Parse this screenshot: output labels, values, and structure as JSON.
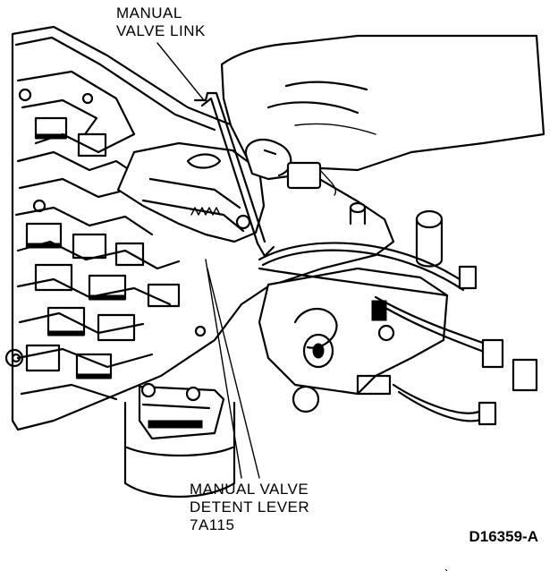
{
  "labels": {
    "manual_valve_link": [
      "MANUAL",
      "VALVE LINK"
    ],
    "detent_lever": [
      "MANUAL VALVE",
      "DETENT LEVER",
      "7A115"
    ]
  },
  "figure_id": "D16359-A",
  "colors": {
    "ink": "#000000",
    "paper": "#ffffff"
  }
}
